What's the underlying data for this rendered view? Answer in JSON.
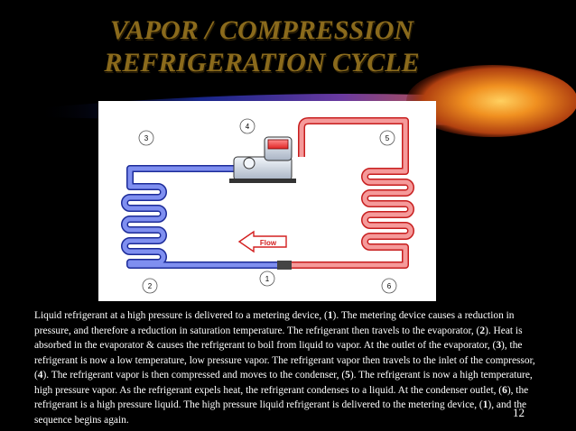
{
  "title": {
    "line1": "VAPOR / COMPRESSION",
    "line2": "REFRIGERATION CYCLE"
  },
  "diagram": {
    "labels": {
      "n1": "1",
      "n2": "2",
      "n3": "3",
      "n4": "4",
      "n5": "5",
      "n6": "6"
    },
    "flow_label": "Flow",
    "colors": {
      "cold": "#5b73e6",
      "hot": "#f06a6a",
      "arrow": "#d32020"
    }
  },
  "body": {
    "t1": "Liquid refrigerant at a high pressure is delivered to a metering device, (",
    "b1": "1",
    "t2": "). The metering device causes a reduction in pressure, and therefore a reduction in saturation temperature. The refrigerant then travels to the evaporator, (",
    "b2": "2",
    "t3": "). Heat is absorbed in the evaporator & causes the refrigerant to boil from liquid to vapor. At the outlet of the evaporator, (",
    "b3": "3",
    "t4": "), the refrigerant is now a low temperature, low pressure vapor. The refrigerant vapor then travels to the inlet of the compressor, (",
    "b4": "4",
    "t5": "). The refrigerant vapor is then compressed and moves to the condenser, (",
    "b5": "5",
    "t6": "). The refrigerant is now a high temperature, high pressure vapor. As the refrigerant expels heat, the refrigerant condenses to a liquid. At the condenser outlet, (",
    "b6": "6",
    "t7": "), the refrigerant is a high pressure liquid. The high pressure liquid refrigerant is delivered to the metering device, (",
    "b7": "1",
    "t8": "), and the sequence begins again."
  },
  "page_number": "12"
}
